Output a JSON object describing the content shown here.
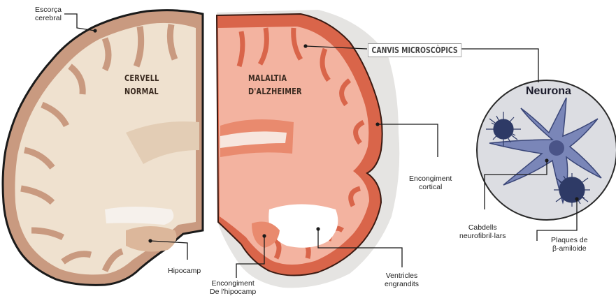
{
  "labels": {
    "cortex": "Escorça\ncerebral",
    "normal_title": "CERVELL\nNORMAL",
    "alz_title": "MALALTIA\nD'ALZHEIMER",
    "micro_changes": "CANVIS MICROSCÒPICS",
    "neuron": "Neurona",
    "cortical_shrink": "Encongiment\ncortical",
    "tangles": "Cabdells\nneurofibril·lars",
    "plaques": "Plaques de\nβ-amiloide",
    "hippocampus": "Hipocamp",
    "hippo_shrink": "Encongiment\nDe l'hipocamp",
    "ventricles": "Ventricles\nengrandits"
  },
  "colors": {
    "normal_cortex": "#c99a80",
    "normal_fill": "#efe1cf",
    "alz_cortex": "#d9654a",
    "alz_fill": "#f3b3a0",
    "neuron": "#7a86b8",
    "plaque": "#2e3a66",
    "circle_bg": "#dcdde2"
  }
}
